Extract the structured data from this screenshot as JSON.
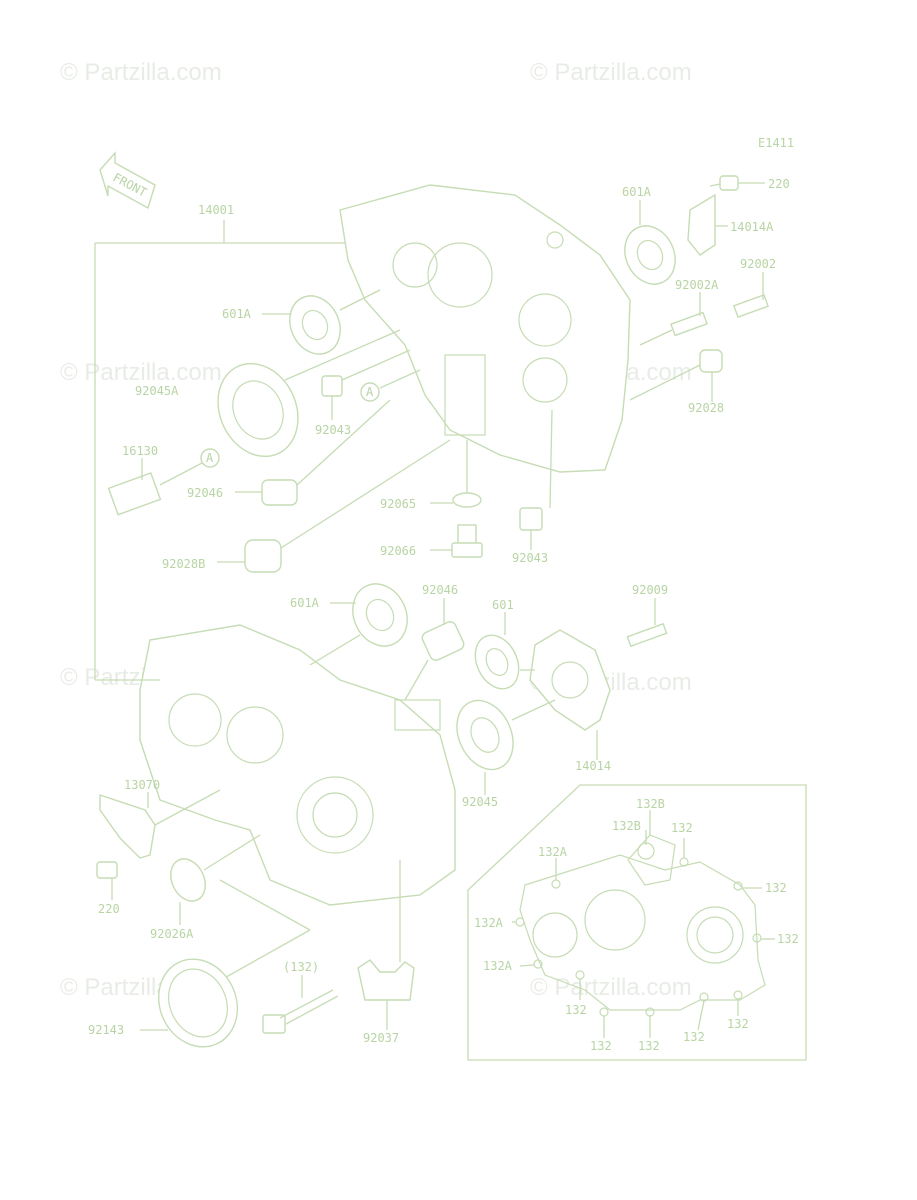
{
  "diagram_code": "E1411",
  "front_label": "FRONT",
  "watermark": "© Partzilla.com",
  "callout_a": "A",
  "labels": {
    "p14001": "14001",
    "p601a_top": "601A",
    "p220_top": "220",
    "p14014a": "14014A",
    "p92002": "92002",
    "p92002a": "92002A",
    "p601a_left": "601A",
    "p92045a": "92045A",
    "p92043_upper": "92043",
    "p92028": "92028",
    "p16130": "16130",
    "p92046_upper": "92046",
    "p92065": "92065",
    "p92066": "92066",
    "p92043_lower": "92043",
    "p92028b": "92028B",
    "p601a_mid": "601A",
    "p92046_mid": "92046",
    "p601": "601",
    "p92009": "92009",
    "p14014": "14014",
    "p92045": "92045",
    "p13070": "13070",
    "p220_bottom": "220",
    "p92026a": "92026A",
    "p132_paren": "(132)",
    "p92143": "92143",
    "p92037": "92037"
  },
  "inset_labels": {
    "i132b_1": "132B",
    "i132b_2": "132B",
    "i132_1": "132",
    "i132a_1": "132A",
    "i132_2": "132",
    "i132a_2": "132A",
    "i132_3": "132",
    "i132a_3": "132A",
    "i132_4": "132",
    "i132_5": "132",
    "i132_6": "132",
    "i132_7": "132",
    "i132_8": "132"
  }
}
